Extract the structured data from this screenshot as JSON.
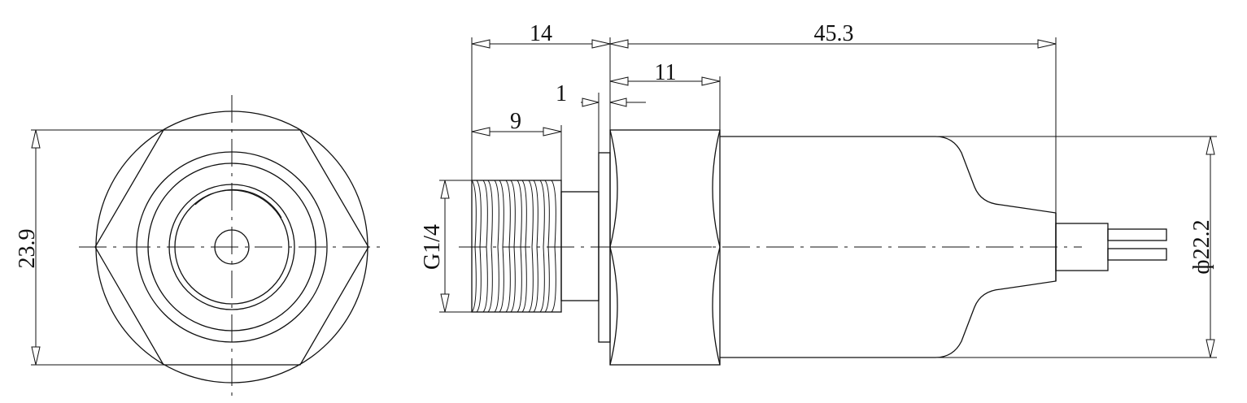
{
  "drawing": {
    "dimensions": {
      "overall_height": "23.9",
      "total_length": "45.3",
      "fitting_length": "14",
      "hex_width": "11",
      "washer_thickness": "1",
      "thread_length": "9",
      "thread_spec": "G1/4",
      "body_diameter": "ф22.2"
    },
    "colors": {
      "line": "#111111",
      "background": "#ffffff"
    }
  }
}
